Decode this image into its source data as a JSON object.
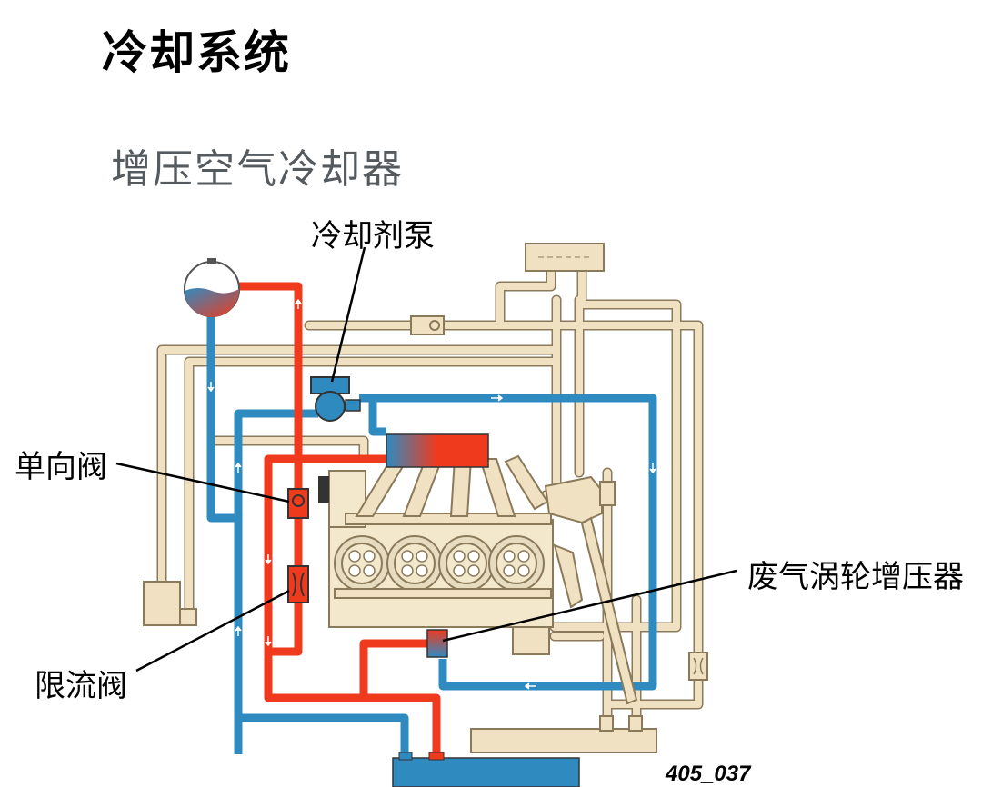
{
  "page": {
    "title": "冷却系统",
    "subtitle": "增压空气冷却器",
    "figure_id": "405_037"
  },
  "labels": {
    "pump": "冷却剂泵",
    "check_valve": "单向阀",
    "restrictor": "限流阀",
    "turbo": "废气涡轮增压器"
  },
  "colors": {
    "hot": "#f03a1e",
    "cold": "#2f8ac0",
    "pipe_beige": "#efe1c1",
    "pipe_outline": "#8a7a5a",
    "engine": "#f3e7cc"
  }
}
